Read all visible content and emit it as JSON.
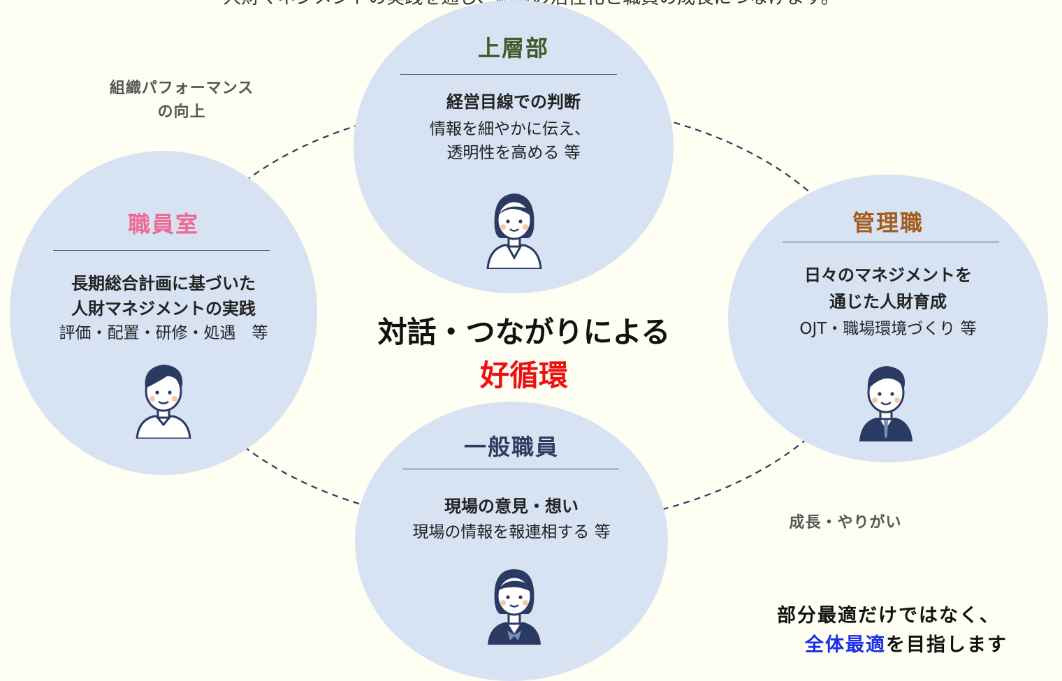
{
  "header": {
    "text": "人財マネジメントの実践を通じ、組織の活性化と職員の成長につなげます。"
  },
  "center": {
    "line1": "対話・つながりによる",
    "line2": "好循環"
  },
  "labels": {
    "top_left_line1": "組織パフォーマンス",
    "top_left_line2": "の向上",
    "bottom_right": "成長・やりがい"
  },
  "nodes": {
    "top": {
      "title": "上層部",
      "head": "経営目線での判断",
      "desc1": "情報を細やかに伝え、",
      "desc2": "透明性を高める 等"
    },
    "left": {
      "title": "職員室",
      "head1": "長期総合計画に基づいた",
      "head2": "人財マネジメントの実践",
      "desc1": "評価・配置・研修・処遇　等"
    },
    "right": {
      "title": "管理職",
      "head1": "日々のマネジメントを",
      "head2": "通じた人財育成",
      "desc1": "OJT・職場環境づくり 等"
    },
    "bottom": {
      "title": "一般職員",
      "head": "現場の意見・想い",
      "desc1": "現場の情報を報連相する 等"
    }
  },
  "message": {
    "line1": "部分最適だけではなく、",
    "line2_highlight": "全体最適",
    "line2_rest": "を目指します"
  },
  "colors": {
    "circle": "#d7e2f2",
    "title_top": "#3f5a2a",
    "title_left": "#ee6a94",
    "title_right": "#a45a1c",
    "title_bottom": "#2e3c5e",
    "accent_red": "#ee1111",
    "accent_blue": "#1a2ee8"
  }
}
